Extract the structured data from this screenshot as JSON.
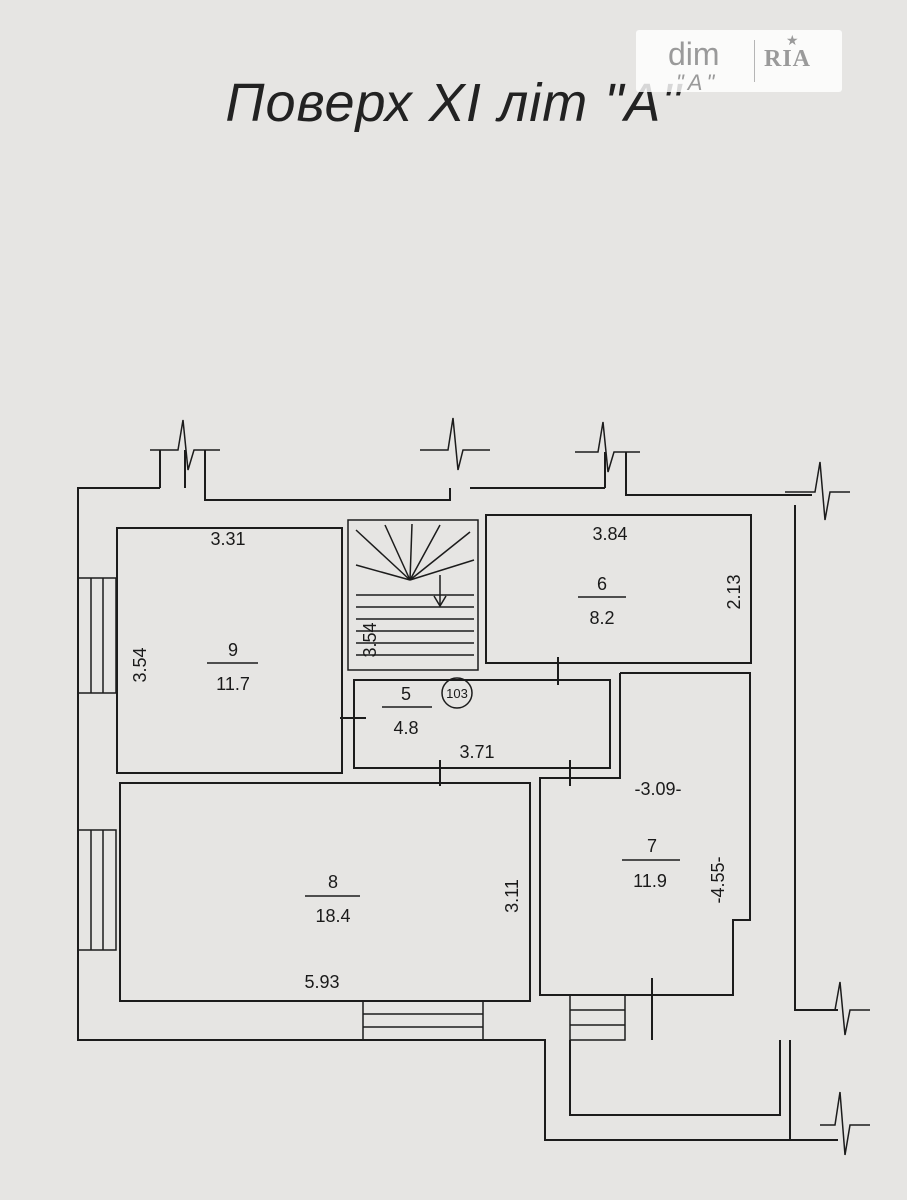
{
  "title": "Поверх XI літ \"А\"",
  "watermark": {
    "brand_left": "dim",
    "brand_right": "RIA",
    "sub": "\"A\""
  },
  "rooms": [
    {
      "number": "9",
      "area": "11.7",
      "width": "3.31",
      "depth": "3.54"
    },
    {
      "number": "6",
      "area": "8.2",
      "width": "3.84",
      "depth": "2.13"
    },
    {
      "number": "5",
      "area": "4.8",
      "width": "3.71",
      "depth": "3.54"
    },
    {
      "number": "8",
      "area": "18.4",
      "width": "5.93",
      "depth": "3.11"
    },
    {
      "number": "7",
      "area": "11.9",
      "width": "-3.09-",
      "depth": "-4.55-"
    }
  ],
  "apartment_number": "103"
}
